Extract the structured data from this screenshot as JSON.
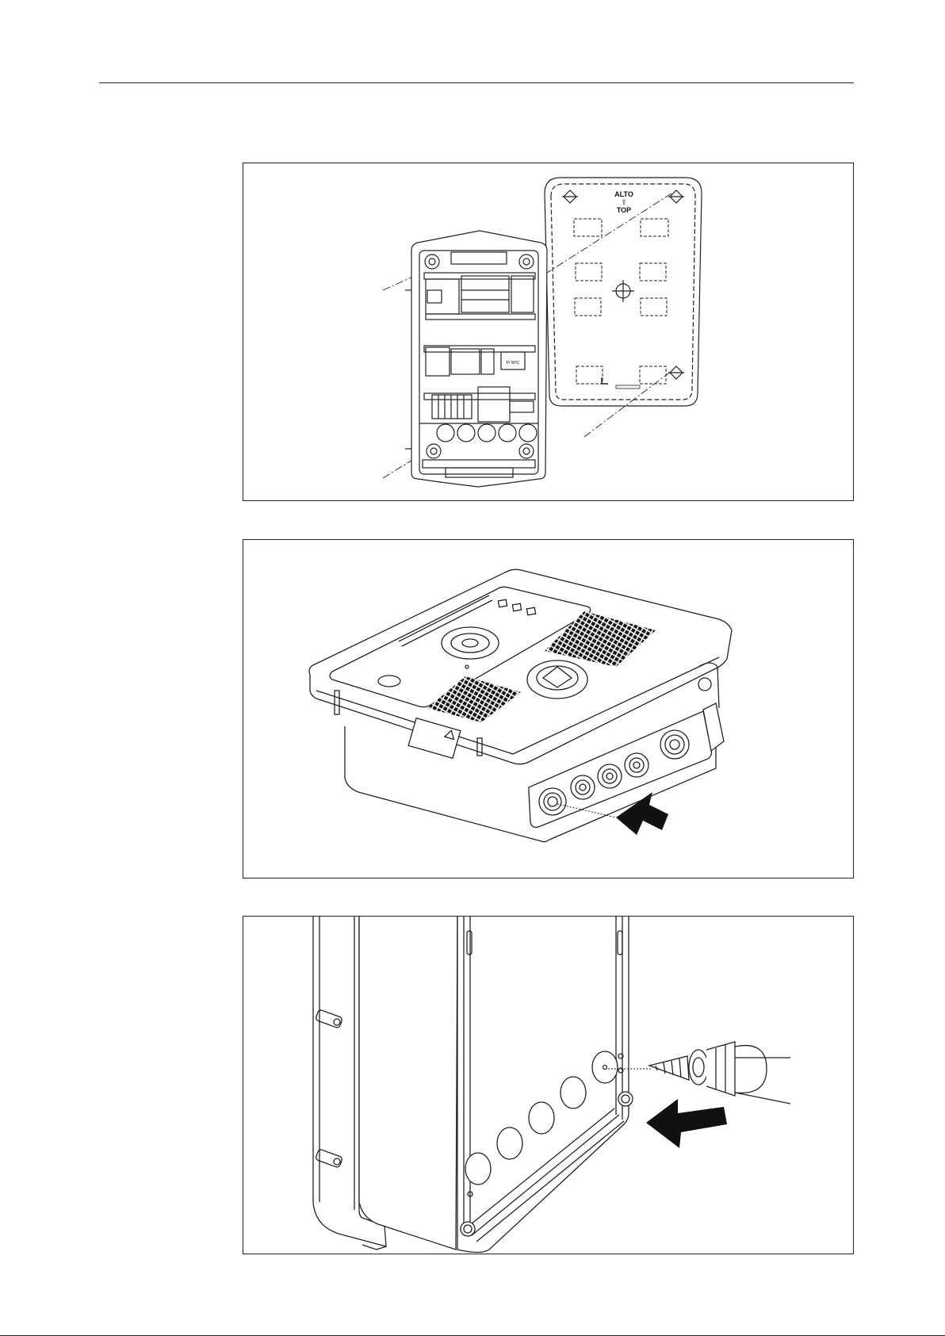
{
  "figure1": {
    "backplate": {
      "top_label_it": "ALTO",
      "arrow_glyph": "⇧",
      "top_label_en": "TOP"
    },
    "breaker_label": "P/ NPC"
  },
  "figure2": {
    "arrow_icon": "insertion-arrow"
  },
  "figure3": {
    "arrow_icon": "drill-direction-arrow"
  }
}
